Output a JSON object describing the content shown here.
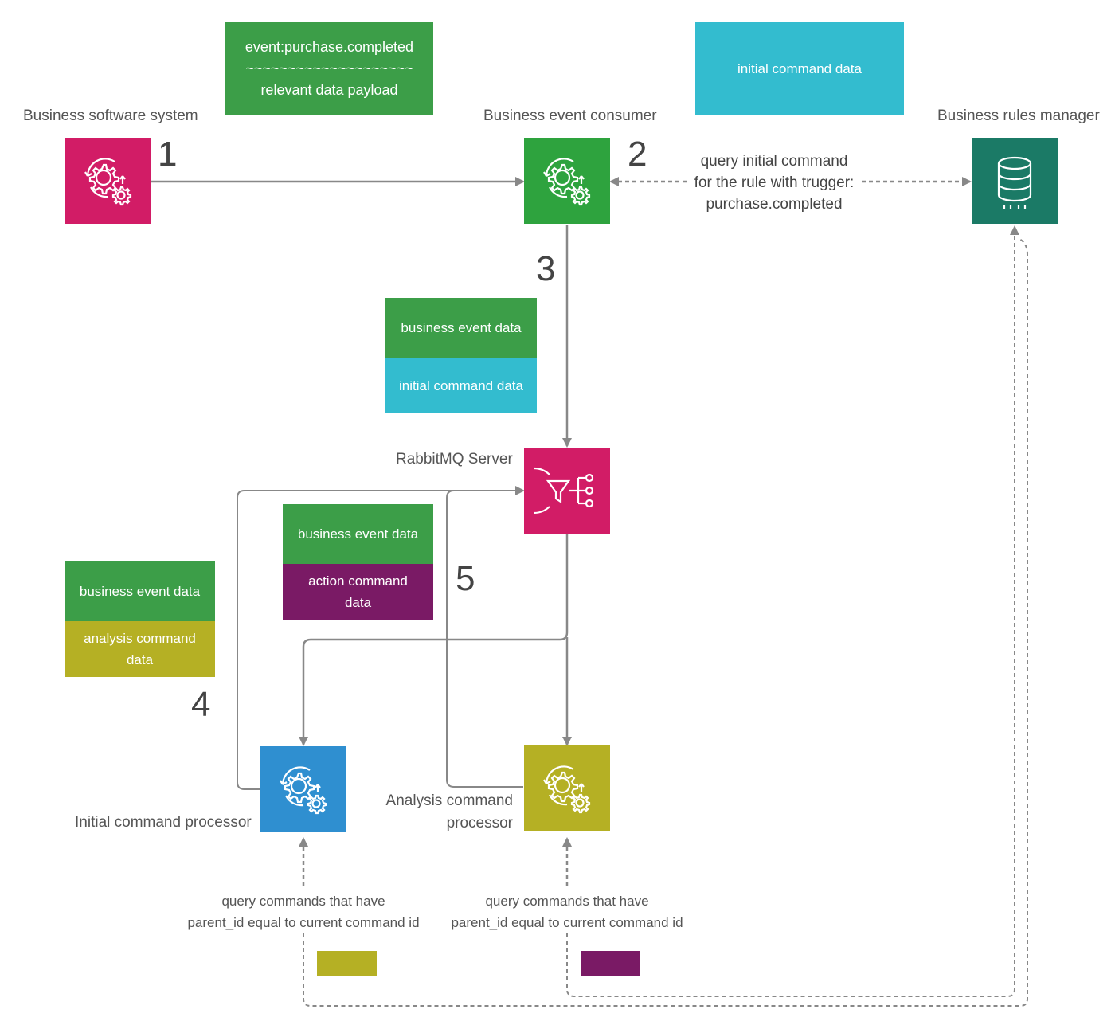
{
  "colors": {
    "green": "#3c9e48",
    "cyan": "#33bccf",
    "magenta": "#d21c66",
    "consumer_green": "#2ea33e",
    "teal": "#1b7a66",
    "blue": "#2f8fd0",
    "olive": "#b5b024",
    "purple": "#7a1a65",
    "line": "#888888"
  },
  "cards": {
    "event_payload": {
      "line1": "event:purchase.completed",
      "line2": "~~~~~~~~~~~~~~~~~~~~",
      "line3": "relevant data payload"
    },
    "initial_command_top": "initial command data",
    "stack_step3": {
      "top": "business event data",
      "bottom": "initial command data"
    },
    "stack_step5": {
      "top": "business event data",
      "bottom_line1": "action command",
      "bottom_line2": "data"
    },
    "stack_step4": {
      "top": "business event data",
      "bottom_line1": "analysis command",
      "bottom_line2": "data"
    }
  },
  "nodes": {
    "business_software_system": {
      "label": "Business software system",
      "icon": "gears-cycle-icon"
    },
    "business_event_consumer": {
      "label": "Business event consumer",
      "icon": "gears-cycle-icon"
    },
    "business_rules_manager": {
      "label": "Business rules manager",
      "icon": "database-icon"
    },
    "rabbitmq_server": {
      "label": "RabbitMQ Server",
      "icon": "funnel-router-icon"
    },
    "initial_command_processor": {
      "label": "Initial command processor",
      "icon": "gears-cycle-icon"
    },
    "analysis_command_processor": {
      "label_line1": "Analysis command",
      "label_line2": "processor",
      "icon": "gears-cycle-icon"
    }
  },
  "steps": {
    "s1": "1",
    "s2": "2",
    "s3": "3",
    "s4": "4",
    "s5": "5"
  },
  "edge_labels": {
    "rules_query": {
      "line1": "query initial command",
      "line2": "for the rule with trugger:",
      "line3": "purchase.completed"
    },
    "query_children_left": {
      "line1": "query commands that have",
      "line2": "parent_id equal to current command id"
    },
    "query_children_right": {
      "line1": "query commands that have",
      "line2": "parent_id equal to current command id"
    }
  }
}
